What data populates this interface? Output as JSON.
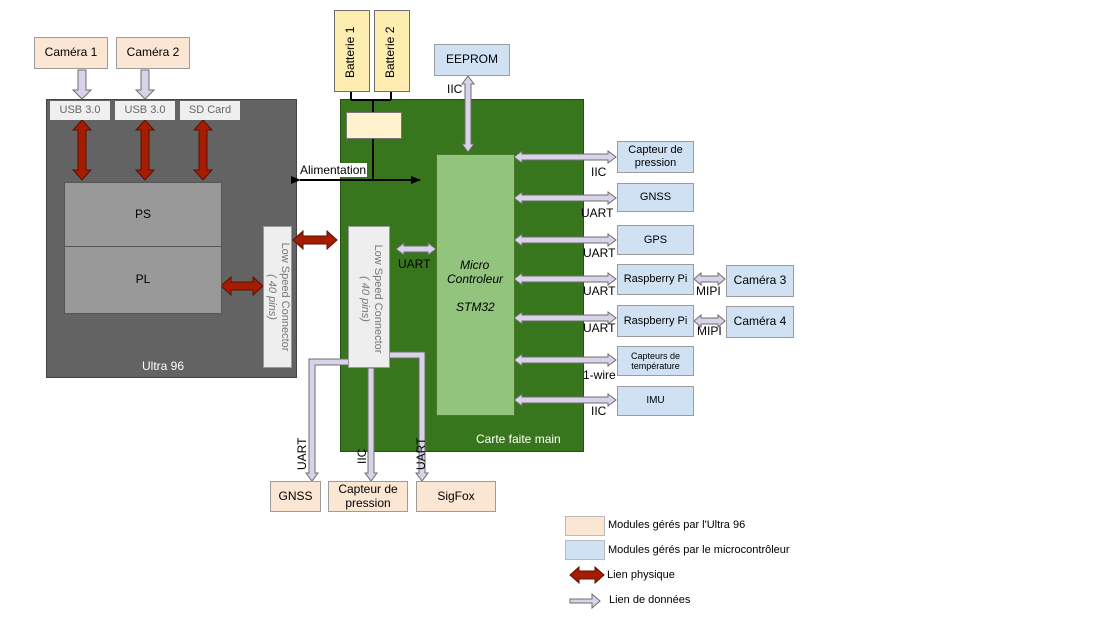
{
  "cameras": {
    "cam1": "Caméra 1",
    "cam2": "Caméra 2",
    "cam3": "Caméra 3",
    "cam4": "Caméra 4"
  },
  "batteries": {
    "b1": "Batterie 1",
    "b2": "Batterie 2"
  },
  "ultra96": {
    "title": "Ultra 96",
    "usb1": "USB 3.0",
    "usb2": "USB 3.0",
    "sd": "SD Card",
    "ps": "PS",
    "pl": "PL",
    "connector": "Low Speed Connector",
    "connector_pins": "( 40 pins)"
  },
  "board": {
    "title": "Carte faite main",
    "eeprom": "EEPROM",
    "power_label": "Alimentation",
    "connector": "Low Speed Connector",
    "connector_pins": "( 40 pins)",
    "mcu_line1": "Micro",
    "mcu_line2": "Controleur",
    "mcu_line3": "STM32"
  },
  "right_modules": {
    "pressure": "Capteur de pression",
    "gnss": "GNSS",
    "gps": "GPS",
    "rpi1": "Raspberry Pi",
    "rpi2": "Raspberry Pi",
    "temp": "Capteurs de température",
    "imu": "IMU"
  },
  "bottom_modules": {
    "gnss": "GNSS",
    "pressure": "Capteur de pression",
    "sigfox": "SigFox"
  },
  "links": {
    "iic_eeprom": "IIC",
    "uart_mcu": "UART",
    "iic_pressure": "IIC",
    "uart_gnss": "UART",
    "uart_gps": "UART",
    "uart_rpi1": "UART",
    "uart_rpi2": "UART",
    "onewire": "1-wire",
    "iic_imu": "IIC",
    "mipi1": "MIPI",
    "mipi2": "MIPI",
    "uart_bottom_gnss": "UART",
    "iic_bottom_pressure": "IIC",
    "uart_bottom_sigfox": "UART"
  },
  "legend": {
    "ultra96_modules": "Modules gérés par l'Ultra 96",
    "mcu_modules": "Modules gérés par le microcontrôleur",
    "physical_link": "Lien physique",
    "data_link": "Lien de données"
  },
  "colors": {
    "ultra96_board": "#636363",
    "custom_board": "#38761d",
    "mcu": "#93c47d",
    "ultra96_module": "#fbe5d3",
    "mcu_module": "#cfe1f3",
    "battery": "#fdedb0",
    "physical_arrow": "#a61c00",
    "data_arrow": "#d9d2e9"
  }
}
